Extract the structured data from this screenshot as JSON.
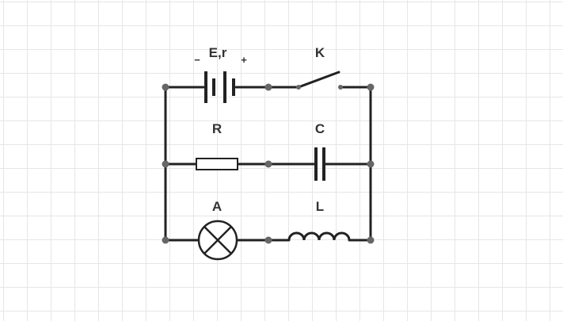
{
  "labels": {
    "battery": "E,r",
    "battery_negative": "−",
    "battery_positive": "+",
    "switch": "K",
    "resistor": "R",
    "capacitor": "C",
    "lamp": "A",
    "inductor": "L"
  },
  "colors": {
    "wire": "#222222",
    "node": "#666666",
    "label": "#333333",
    "grid": "#e6e6e6"
  }
}
